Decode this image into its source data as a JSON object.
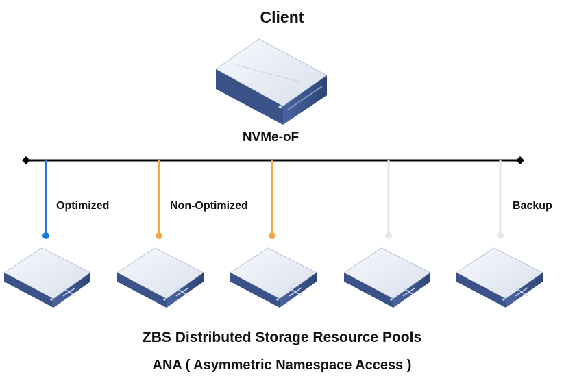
{
  "diagram": {
    "client_label": "Client",
    "protocol_label": "NVMe-oF",
    "colors": {
      "bus": "#000000",
      "optimized": "#1a7ad6",
      "non_optimized": "#f0aa45",
      "backup": "#e6e6e6",
      "device_top": "#eef1f8",
      "device_front": "#3a5288",
      "device_side": "#2c3f6c"
    },
    "paths": [
      {
        "state": "optimized",
        "label": "Optimized"
      },
      {
        "state": "non_optimized",
        "label": "Non-Optimized"
      },
      {
        "state": "non_optimized",
        "label": ""
      },
      {
        "state": "backup",
        "label": ""
      },
      {
        "state": "backup",
        "label": "Backup"
      }
    ],
    "pool_title": "ZBS Distributed Storage Resource Pools",
    "ana_title": "ANA ( Asymmetric Namespace Access )"
  }
}
